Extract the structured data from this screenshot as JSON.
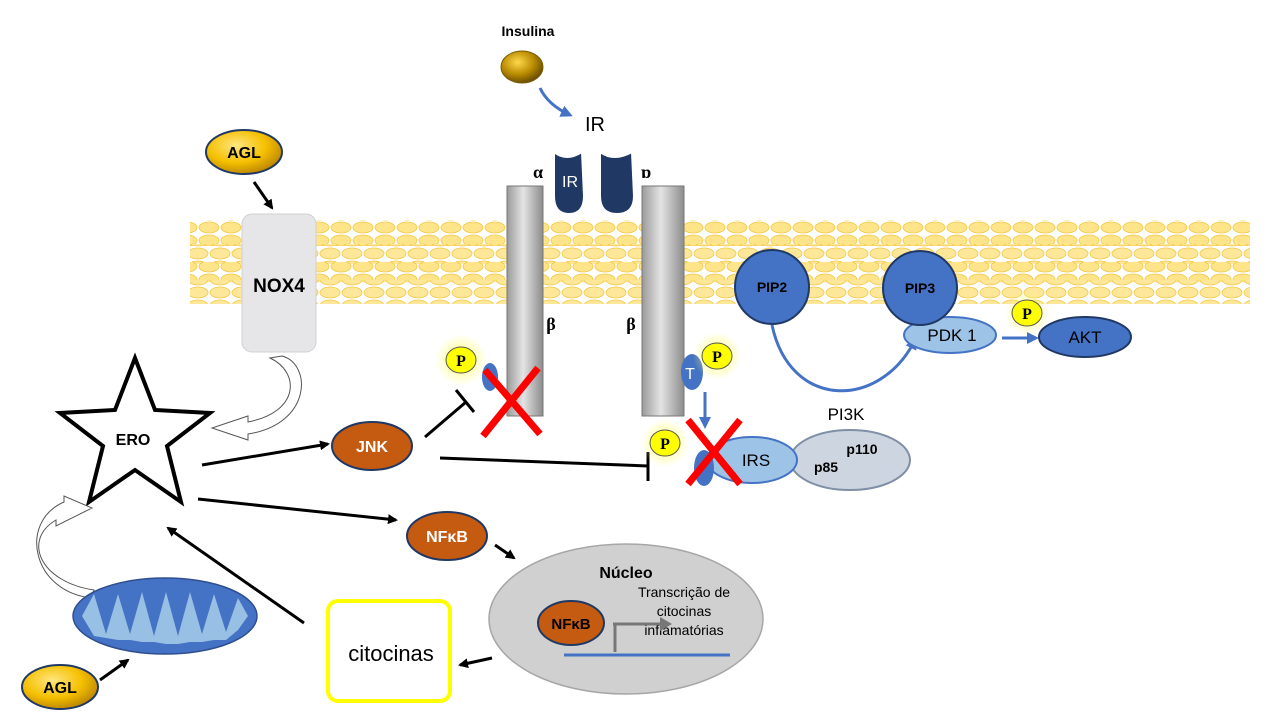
{
  "labels": {
    "insulin": "Insulina",
    "ir_top": "IR",
    "ir_receptor": "IR",
    "alpha_left": "α",
    "alpha_right": "ɒ",
    "beta_left": "β",
    "beta_right": "β",
    "agl_top": "AGL",
    "agl_bottom": "AGL",
    "nox4": "NOX4",
    "ero": "ERO",
    "jnk": "JNK",
    "nfkb": "NFκB",
    "nfkb_nucleus": "NFκB",
    "nucleus_title": "Núcleo",
    "transcription": [
      "Transcrição de",
      "citocinas",
      "inflamatórias"
    ],
    "cytokines": "citocinas",
    "pip2": "PIP2",
    "pip3": "PIP3",
    "pdk1": "PDK 1",
    "akt": "AKT",
    "pi3k": "PI3K",
    "irs": "IRS",
    "p110": "p110",
    "p85": "p85",
    "phospho": "P",
    "threonine": "T"
  },
  "colors": {
    "agl": "#f5c000",
    "orange_node": "#c55a11",
    "blue_node": "#4472c4",
    "light_blue": "#9dc3e6",
    "receptor": "#1f3864",
    "membrane": "#ffe699",
    "inhibition_x": "#ff0000",
    "cytokine_box": "#ffff00",
    "nucleus": "#d0d0d0"
  }
}
